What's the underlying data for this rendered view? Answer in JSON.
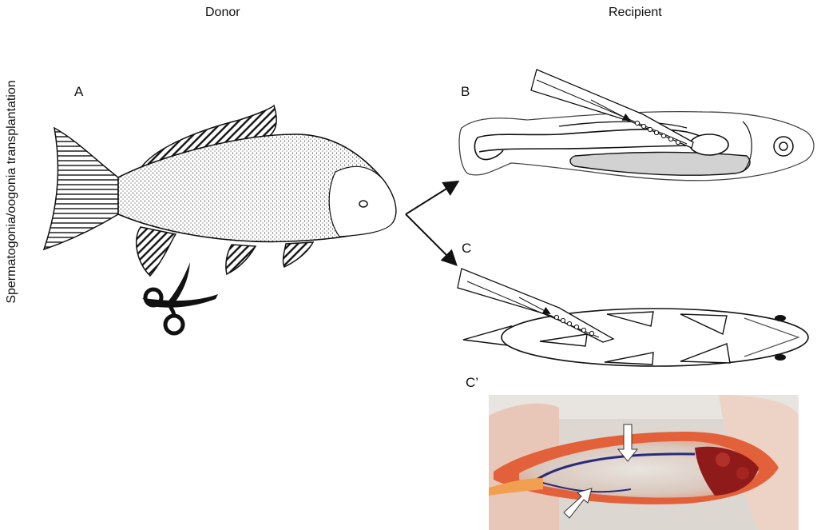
{
  "headers": {
    "donor": "Donor",
    "recipient": "Recipient"
  },
  "side_label": "Spermatogonia/oogonia transplantation",
  "panels": {
    "a": "A",
    "b": "B",
    "c": "C",
    "c_prime": "C’"
  },
  "icons": [
    "scissors-icon",
    "arrow-icon"
  ],
  "colors": {
    "line": "#111111",
    "body_gray": "#d2d2d2",
    "dye": "#2a2a7a",
    "tissue_red": "#c8301e"
  }
}
